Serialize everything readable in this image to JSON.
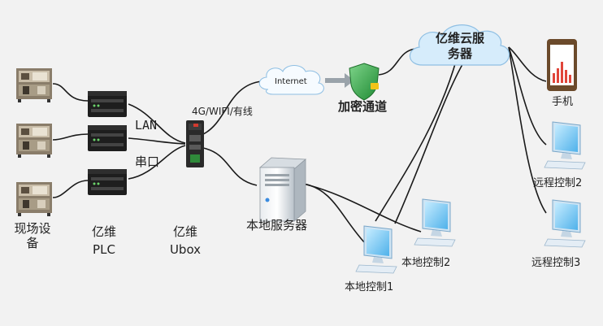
{
  "labels": {
    "field_devices_line1": "现场设",
    "field_devices_line2": "备",
    "plc_line1": "亿维",
    "plc_line2": "PLC",
    "ubox_line1": "亿维",
    "ubox_line2": "Ubox",
    "lan": "LAN",
    "serial": "串口",
    "uplink": "4G/WIFI/有线",
    "internet": "Internet",
    "encrypted_channel": "加密通道",
    "cloud_line1": "亿维云服",
    "cloud_line2": "务器",
    "phone": "手机",
    "remote2": "远程控制2",
    "remote3": "远程控制3",
    "local_server": "本地服务器",
    "local1": "本地控制1",
    "local2": "本地控制2"
  },
  "colors": {
    "background": "#f2f2f2",
    "line": "#1a1a1a",
    "cloud_fill": "#d6ecfb",
    "cloud_stroke": "#8fbfe3",
    "monitor_screen": "#8fd0f7",
    "monitor_body": "#d9e7f2",
    "plc_body": "#1e1e1e",
    "shield_green": "#3aa64c",
    "phone_body": "#6b4a2b",
    "chart_red": "#e0453a"
  },
  "icons": [
    "machine-icon",
    "plc-icon",
    "ubox-icon",
    "cloud-icon",
    "shield-icon",
    "arrow-icon",
    "phone-icon",
    "monitor-icon",
    "server-icon"
  ]
}
